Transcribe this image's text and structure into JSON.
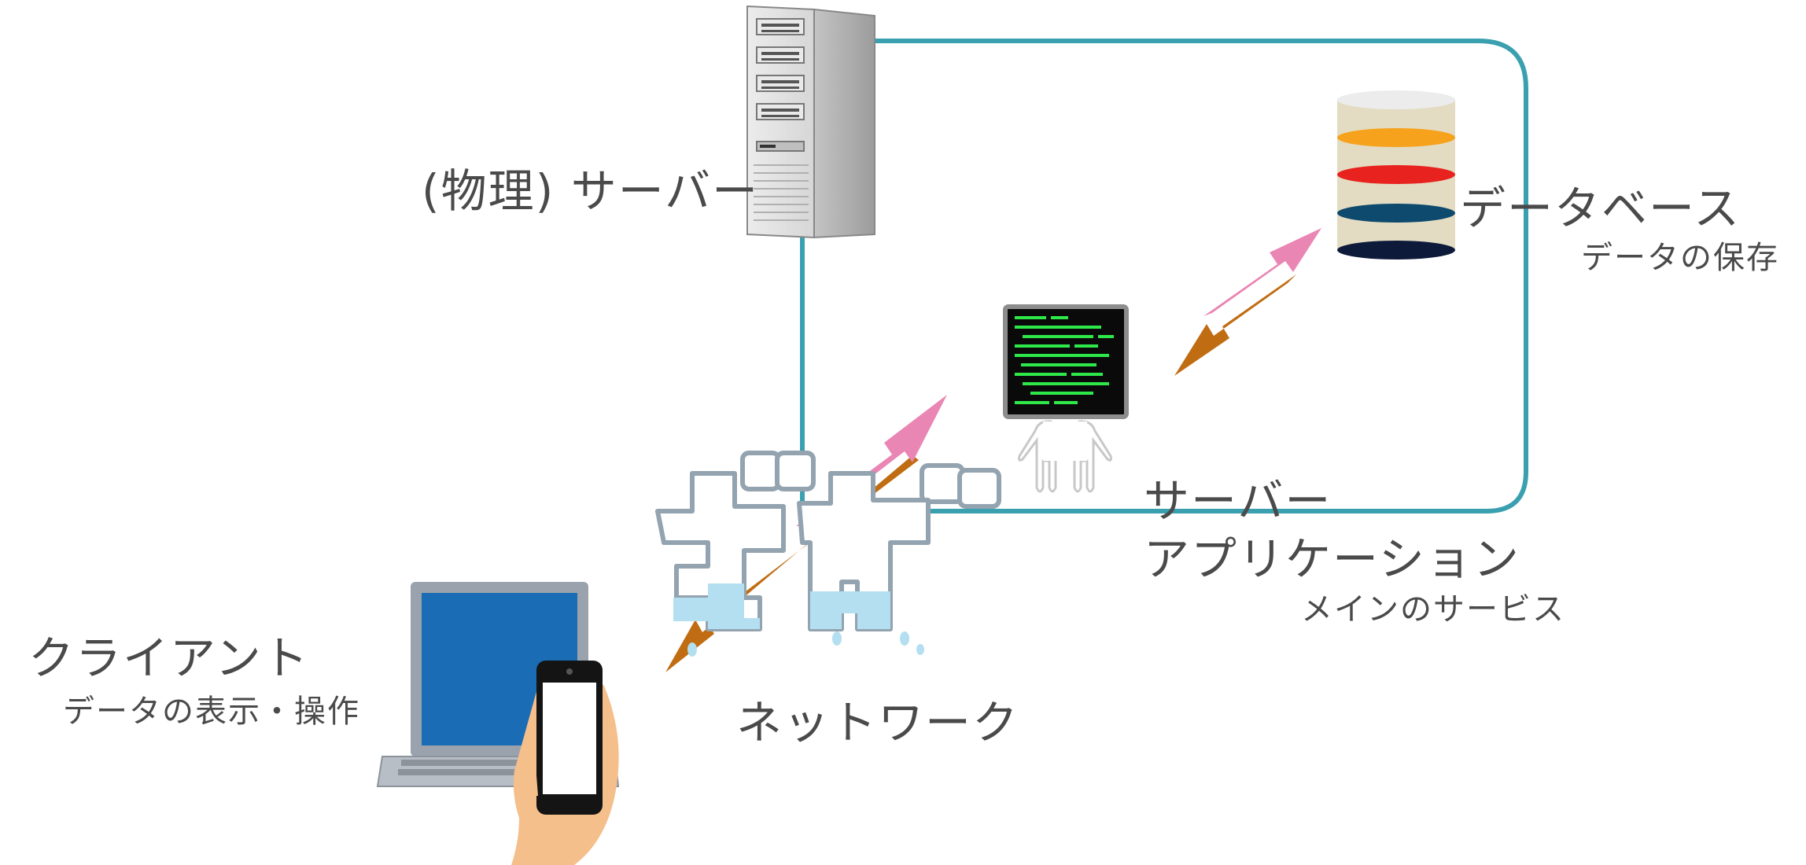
{
  "labels": {
    "physical_server": "(物理) サーバー",
    "database_title": "データベース",
    "database_desc": "データの保存",
    "server_app_line1": "サーバー",
    "server_app_line2": "アプリケーション",
    "server_app_desc": "メインのサービス",
    "client_title": "クライアント",
    "client_desc": "データの表示・操作",
    "network_title": "ネットワーク"
  },
  "colors": {
    "server_boundary": "#3aa0b0",
    "request_arrow": "#ea86b4",
    "response_arrow": "#c06c12",
    "text": "#4a4a4a",
    "db_layers": [
      "#f6a21c",
      "#e8221e",
      "#0e4a6e",
      "#0d1a3a"
    ],
    "terminal_text": "#2ee84a"
  },
  "icons": {
    "server": "server-tower-icon",
    "database": "database-cylinder-icon",
    "app": "terminal-robot-icon",
    "network": "network-characters-icon",
    "laptop": "laptop-icon",
    "phone": "smartphone-in-hand-icon"
  }
}
